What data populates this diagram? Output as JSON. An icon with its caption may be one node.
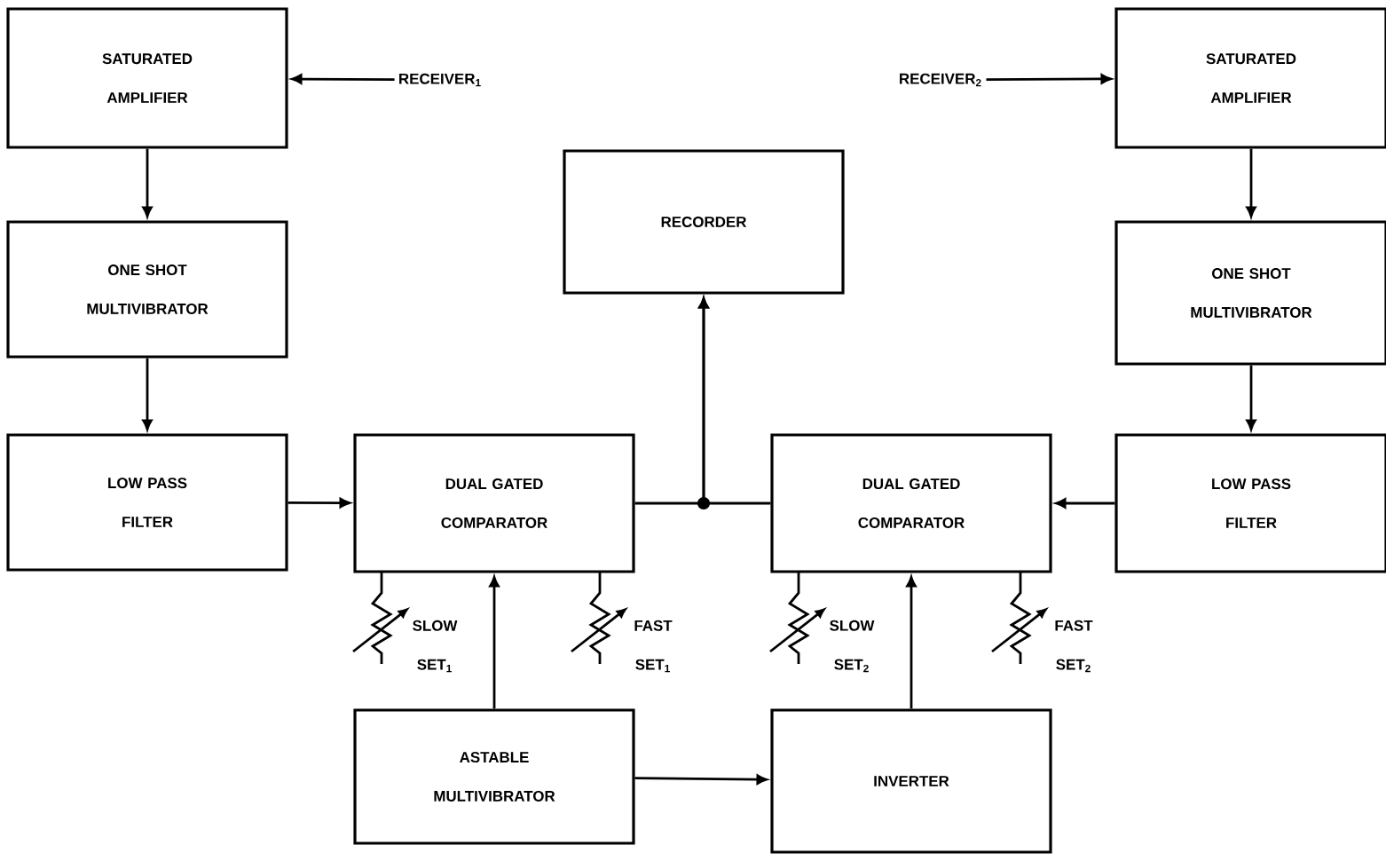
{
  "diagram": {
    "nodes": [
      {
        "text": [
          "SATURATED AMPLIFIER"
        ]
      },
      {
        "text": [
          "RECEIVER$_{1}$"
        ]
      },
      {
        "text": [
          "RECEIVER$_{2}$"
        ]
      },
      {
        "text": [
          "SATURATED AMPLIFIER"
        ]
      },
      {
        "text": [
          "RECORDER"
        ]
      },
      {
        "text": [
          "ONE SHOT MULTIVIBRATOR"
        ]
      },
      {
        "text": [
          "ONE SHOT MULTIVIBRATOR"
        ]
      },
      {
        "text": [
          "LOW PASS FILTER"
        ]
      },
      {
        "text": [
          "DUAL GATED COMPARATOR"
        ]
      },
      {
        "text": [
          "DUAL GATED COMPARATOR"
        ]
      },
      {
        "text": [
          "LOW PASS FILTER"
        ]
      },
      {
        "text": [
          "ASTABLE MULTIVIBRATOR"
        ]
      },
      {
        "text": [
          "INVERTER"
        ]
      }
    ],
    "edges": [
      {
        "from": 1,
        "to": 0,
        "arrow": "to"
      },
      {
        "from": 2,
        "to": 3,
        "arrow": "to"
      },
      {
        "from": 0,
        "to": 5,
        "arrow": "to"
      },
      {
        "from": 5,
        "to": 7,
        "arrow": "to"
      },
      {
        "from": 3,
        "to": 6,
        "arrow": "to"
      },
      {
        "from": 6,
        "to": 10,
        "arrow": "to"
      },
      {
        "from": 7,
        "to": 8,
        "arrow": "to"
      },
      {
        "from": 10,
        "to": 9,
        "arrow": "to"
      },
      {
        "from": 8,
        "to": 4,
        "arrow": "to"
      },
      {
        "from": 9,
        "to": 4,
        "arrow": "to"
      },
      {
        "from": 11,
        "to": 8,
        "arrow": "to"
      },
      {
        "from": 11,
        "to": 12,
        "arrow": "to"
      },
      {
        "from": 12,
        "to": 9,
        "arrow": "to"
      }
    ],
    "labels": [
      "SLOW SET$_{1}$",
      "FAST SET$_{1}$",
      "SLOW SET$_{2}$",
      "FAST SET$_{2}$"
    ]
  }
}
